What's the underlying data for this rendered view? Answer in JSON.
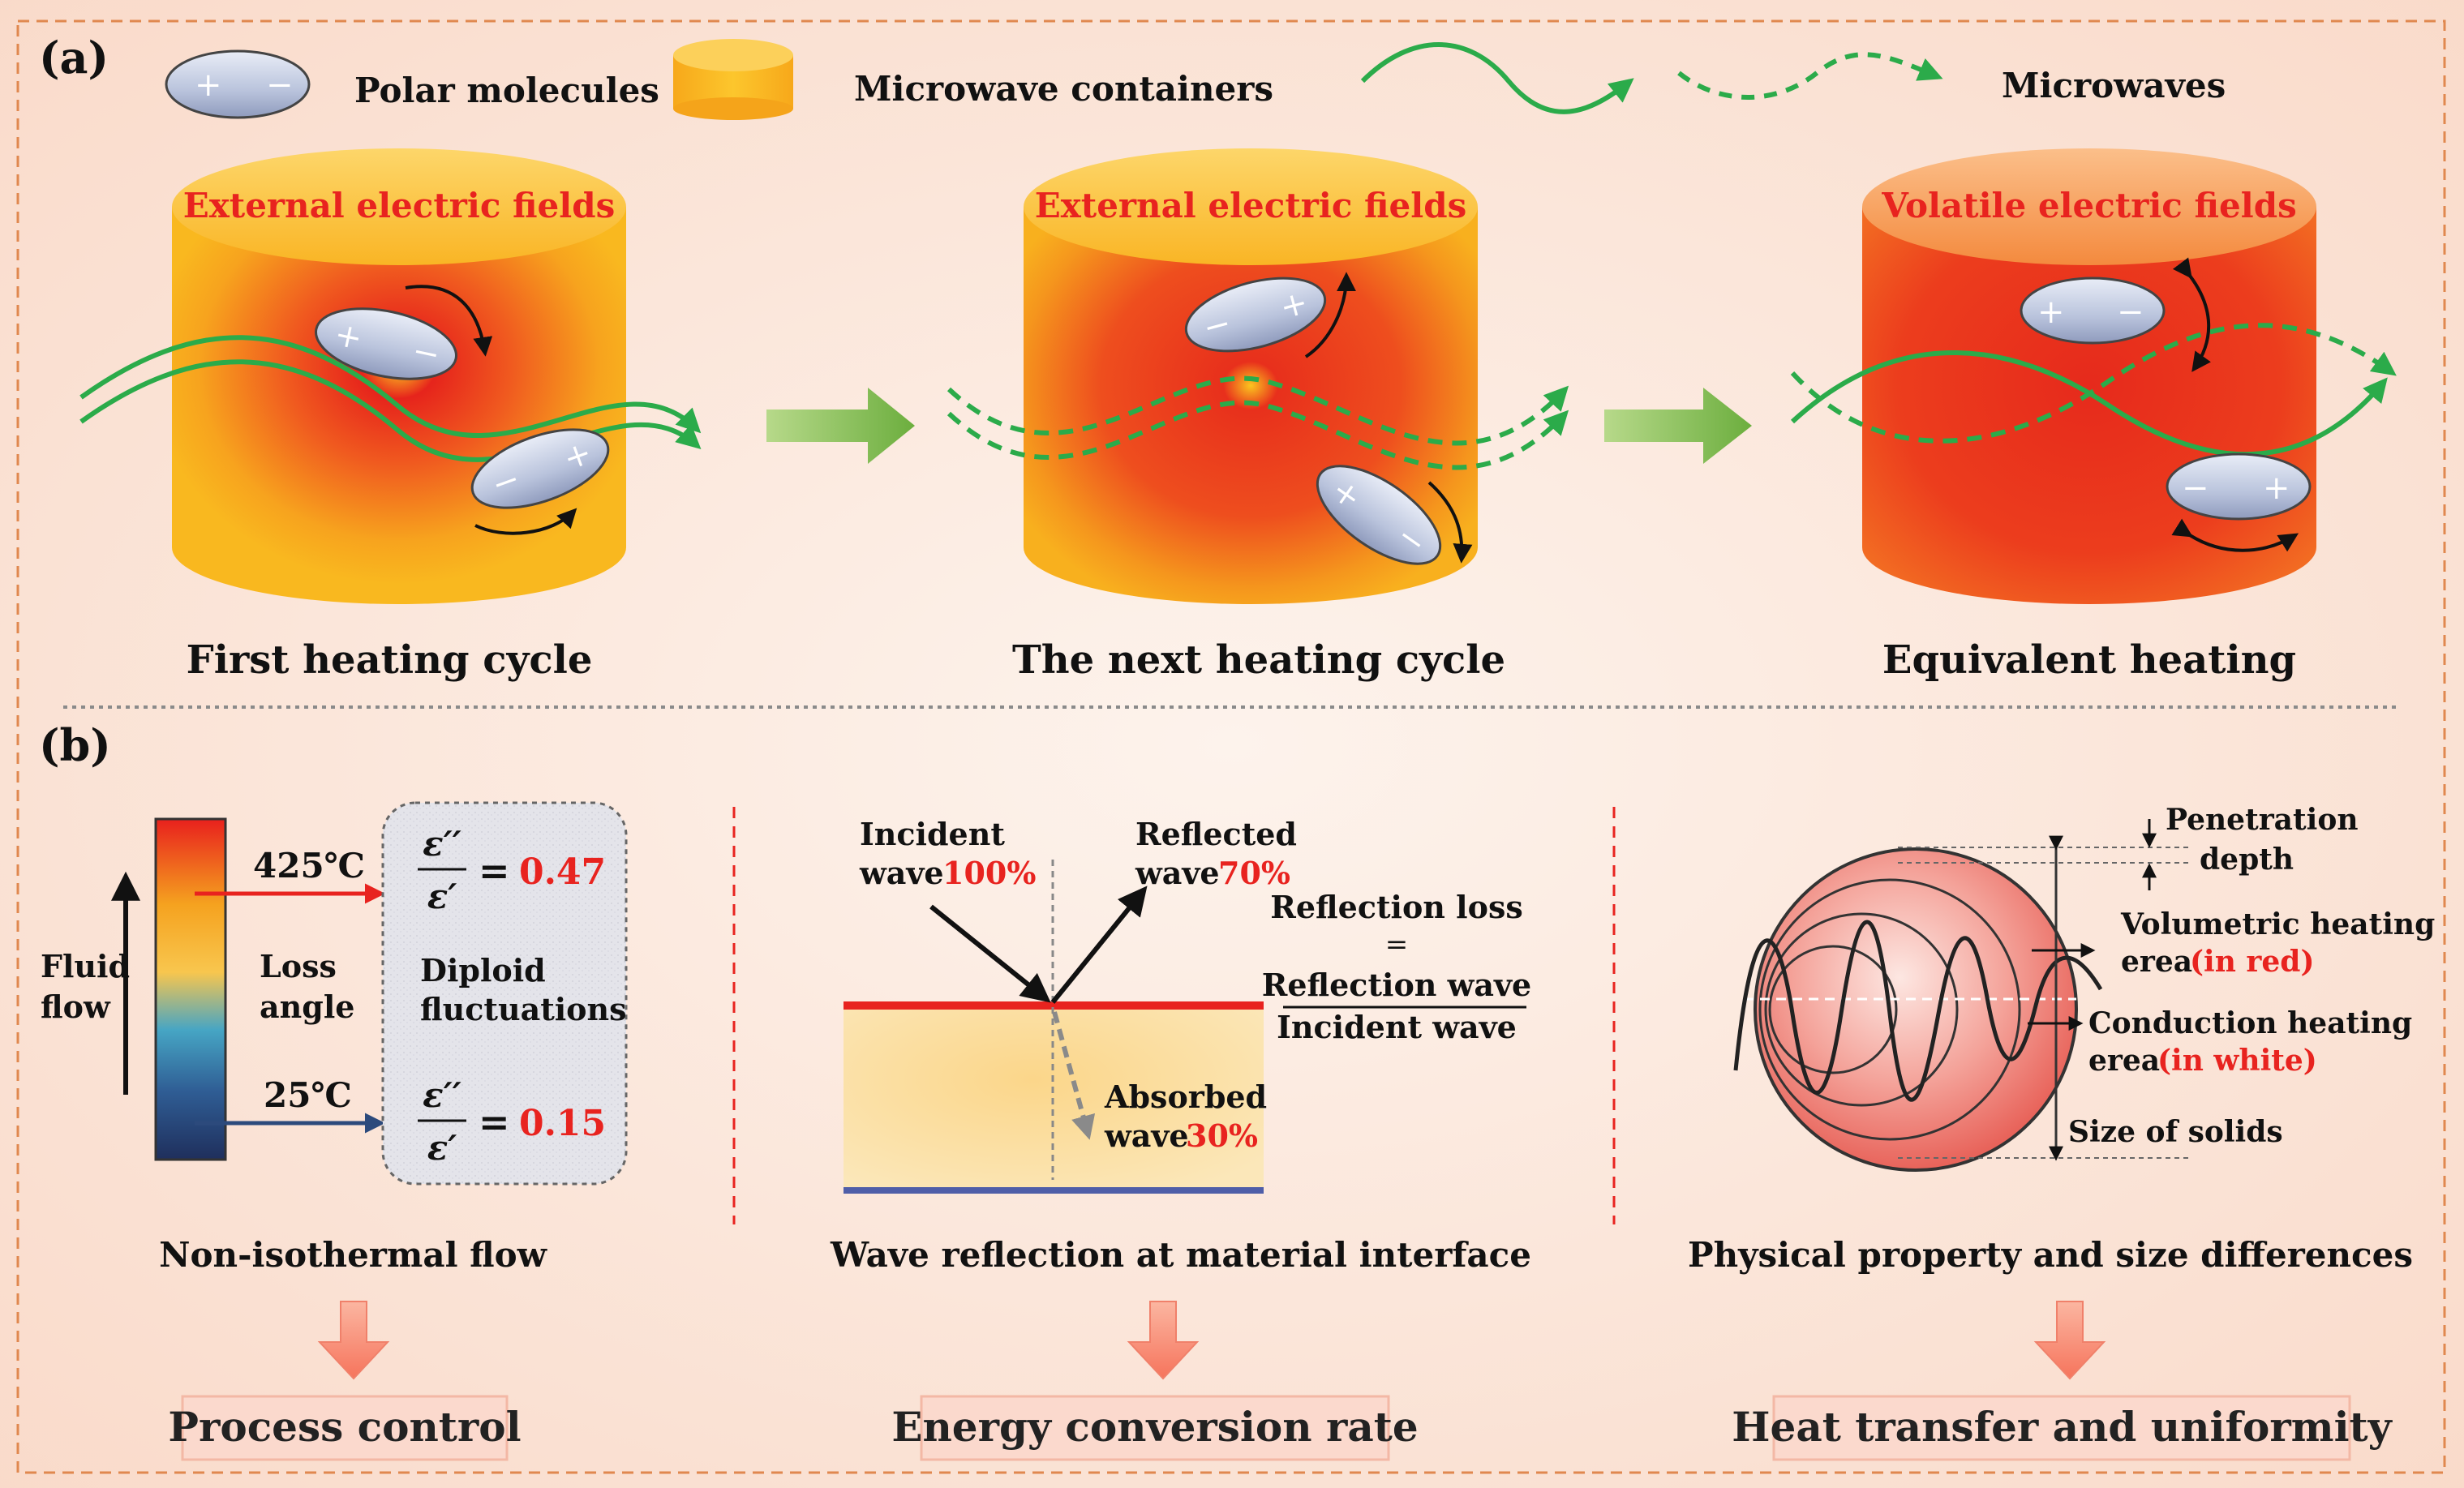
{
  "panel_a": {
    "label": "(a)",
    "legend": {
      "polar_molecules": "Polar molecules",
      "microwave_containers": "Microwave containers",
      "microwaves": "Microwaves"
    },
    "cylinders": [
      {
        "top_text": "External electric fields",
        "caption": "First heating cycle"
      },
      {
        "top_text": "External electric fields",
        "caption": "The next heating cycle"
      },
      {
        "top_text": "Volatile electric fields",
        "caption": "Equivalent heating"
      }
    ]
  },
  "panel_b": {
    "label": "(b)",
    "col1": {
      "temp_high": "425℃",
      "temp_low": "25℃",
      "fluid_flow_line1": "Fluid",
      "fluid_flow_line2": "flow",
      "loss_line1": "Loss",
      "loss_line2": "angle",
      "eps_num": "ε′′",
      "eps_den": "ε′",
      "equals": "=",
      "value_high": "0.47",
      "value_low": "0.15",
      "diploid_line1": "Diploid",
      "diploid_line2": "fluctuations",
      "caption": "Non-isothermal flow",
      "result": "Process control"
    },
    "col2": {
      "incident_line1": "Incident",
      "incident_line2": "wave",
      "incident_pct": "100%",
      "reflected_line1": "Reflected",
      "reflected_line2": "wave",
      "reflected_pct": "70%",
      "absorbed_line1": "Absorbed",
      "absorbed_line2": "wave",
      "absorbed_pct": "30%",
      "loss_title": "Reflection loss",
      "loss_eq": "=",
      "loss_num": "Reflection wave",
      "loss_den": "Incident wave",
      "caption": "Wave reflection at material interface",
      "result": "Energy conversion rate"
    },
    "col3": {
      "penetration_line1": "Penetration",
      "penetration_line2": "depth",
      "volumetric_line1": "Volumetric heating",
      "volumetric_line2": "erea",
      "volumetric_note": "(in red)",
      "conduction_line1": "Conduction heating",
      "conduction_line2": "erea",
      "conduction_note": "(in white)",
      "size": "Size of solids",
      "caption": "Physical property and size differences",
      "result": "Heat transfer and uniformity"
    }
  },
  "colors": {
    "red": "#e8231f",
    "green": "#2bab4a",
    "yellow": "#f9b51d",
    "arrow_green": "#79b845",
    "arrow_pink": "#f8947e"
  }
}
